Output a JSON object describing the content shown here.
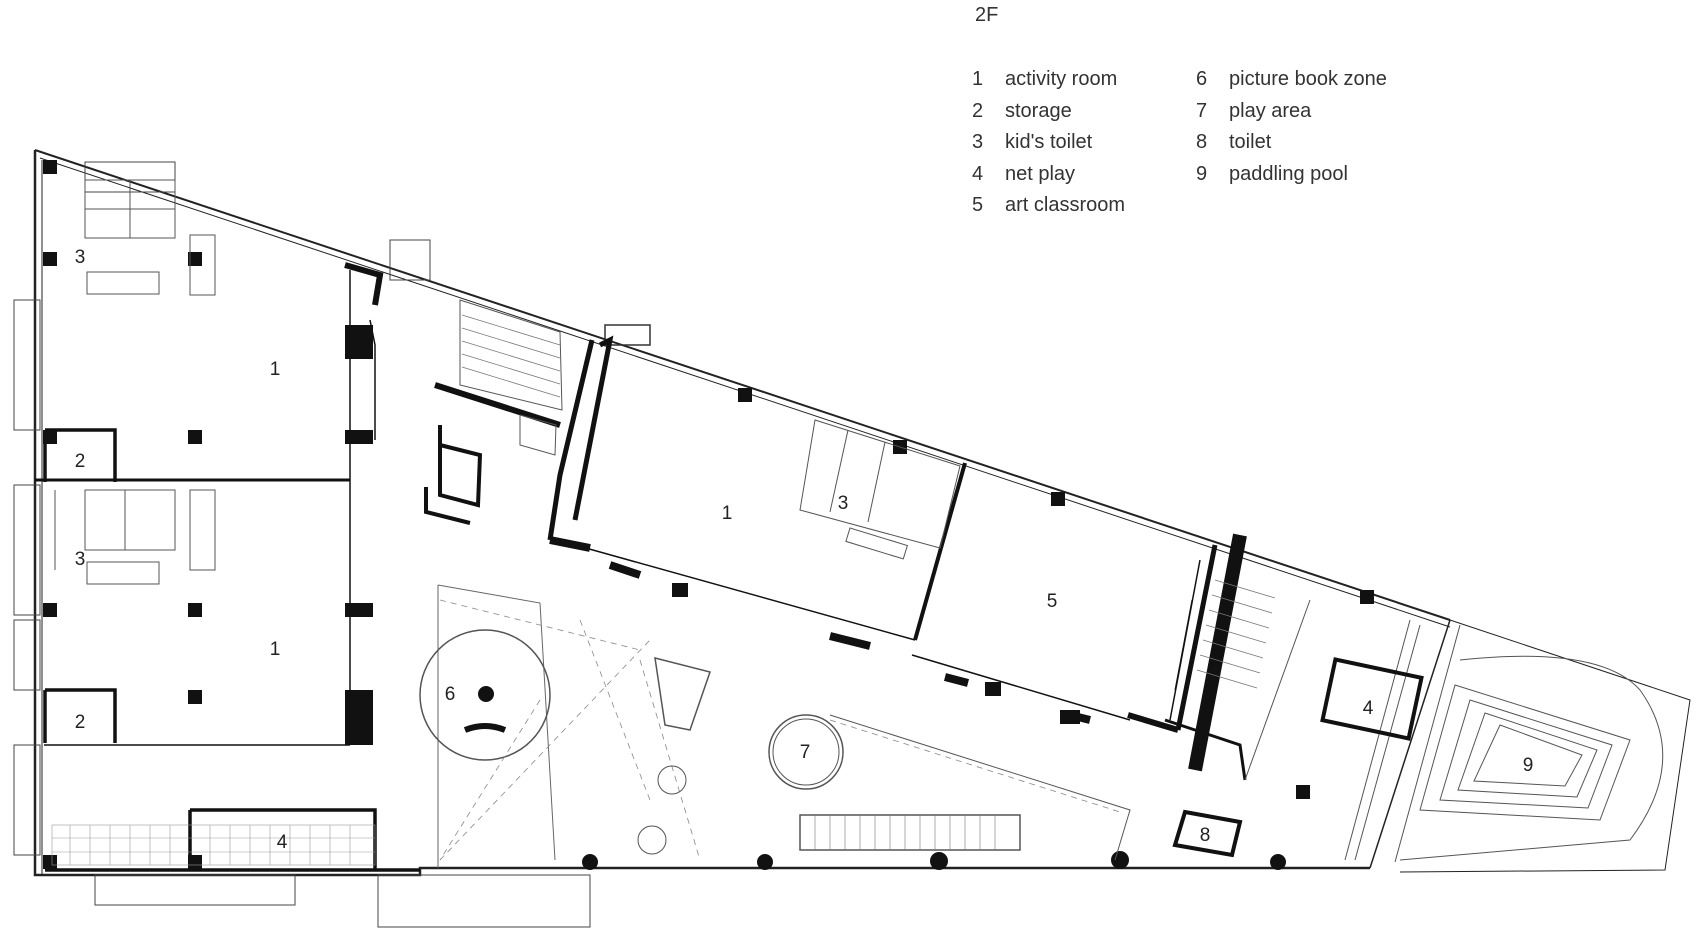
{
  "floor_title": "2F",
  "legend_left": [
    {
      "num": "1",
      "label": "activity room"
    },
    {
      "num": "2",
      "label": "storage"
    },
    {
      "num": "3",
      "label": "kid's toilet"
    },
    {
      "num": "4",
      "label": "net play"
    },
    {
      "num": "5",
      "label": "art classroom"
    }
  ],
  "legend_right": [
    {
      "num": "6",
      "label": "picture book zone"
    },
    {
      "num": "7",
      "label": "play area"
    },
    {
      "num": "8",
      "label": "toilet"
    },
    {
      "num": "9",
      "label": "paddling pool"
    }
  ],
  "room_labels": [
    {
      "id": "toilet-nw",
      "text": "3"
    },
    {
      "id": "activity-nw",
      "text": "1"
    },
    {
      "id": "storage-nw",
      "text": "2"
    },
    {
      "id": "toilet-w",
      "text": "3"
    },
    {
      "id": "activity-sw",
      "text": "1"
    },
    {
      "id": "storage-sw",
      "text": "2"
    },
    {
      "id": "net-play-sw",
      "text": "4"
    },
    {
      "id": "activity-center",
      "text": "1"
    },
    {
      "id": "toilet-center",
      "text": "3"
    },
    {
      "id": "art-classroom",
      "text": "5"
    },
    {
      "id": "picture-book-zone",
      "text": "6"
    },
    {
      "id": "play-area",
      "text": "7"
    },
    {
      "id": "toilet-se",
      "text": "8"
    },
    {
      "id": "net-play-e",
      "text": "4"
    },
    {
      "id": "paddling-pool",
      "text": "9"
    }
  ]
}
